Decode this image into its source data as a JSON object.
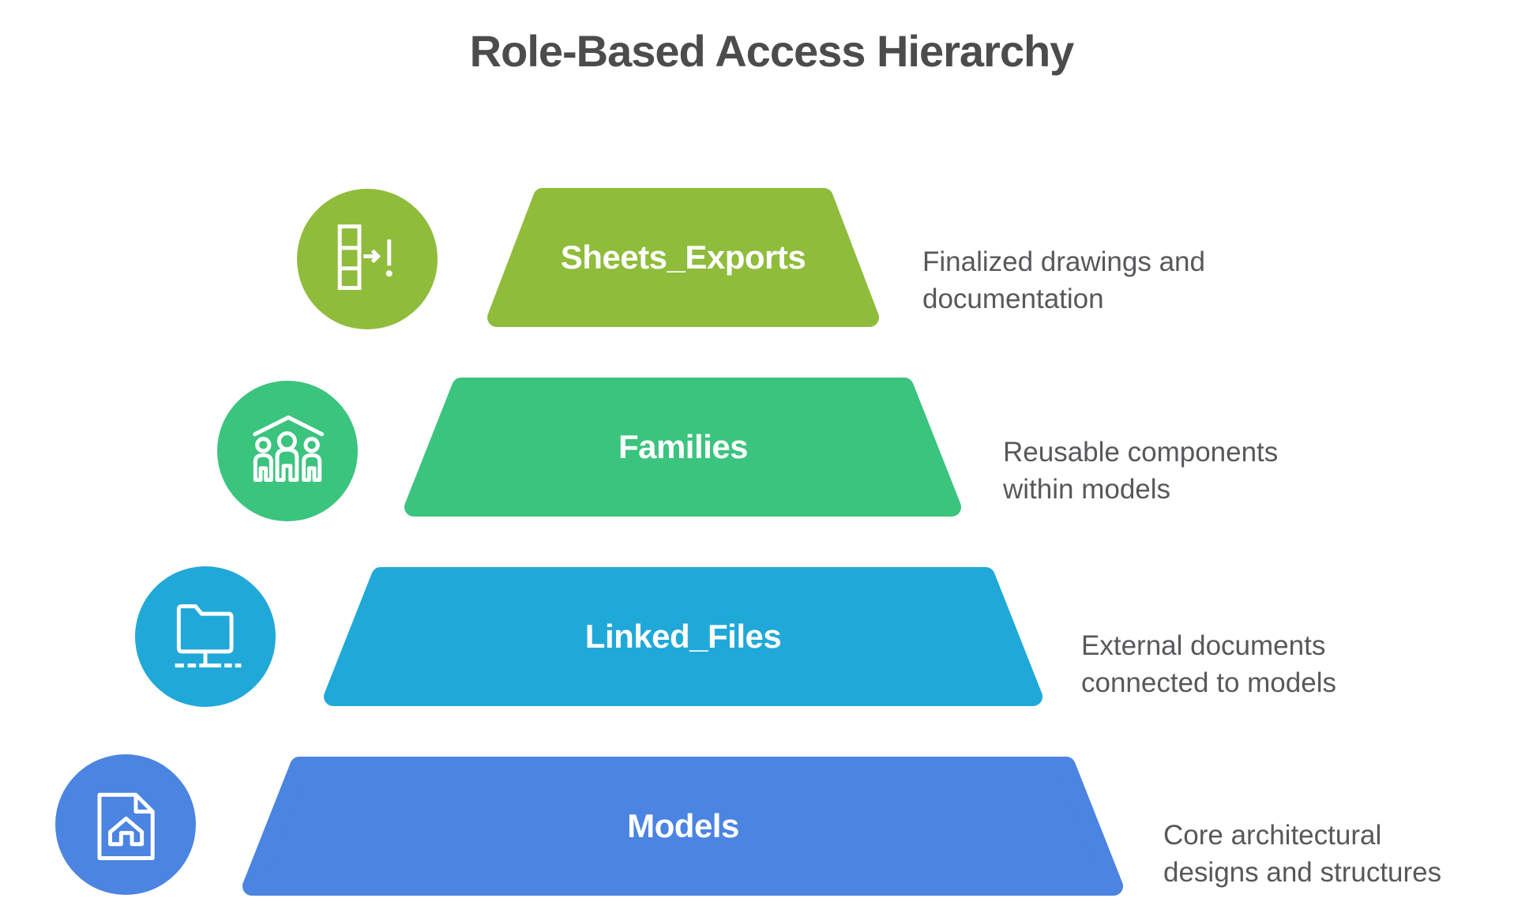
{
  "title": "Role-Based Access Hierarchy",
  "theme": {
    "background": "#ffffff",
    "title_color": "#4c4c4c",
    "description_color": "#57585b",
    "label_color": "#ffffff"
  },
  "levels": [
    {
      "label": "Sheets_Exports",
      "description": "Finalized drawings and\ndocumentation",
      "color": "#8fbc3b",
      "icon": "sheet-export-icon"
    },
    {
      "label": "Families",
      "description": "Reusable components\nwithin models",
      "color": "#3bc47e",
      "icon": "family-under-roof-icon"
    },
    {
      "label": "Linked_Files",
      "description": "External documents\nconnected to models",
      "color": "#20a9d8",
      "icon": "linked-folder-icon"
    },
    {
      "label": "Models",
      "description": "Core architectural\ndesigns and structures",
      "color": "#4b84e1",
      "icon": "house-document-icon"
    }
  ]
}
